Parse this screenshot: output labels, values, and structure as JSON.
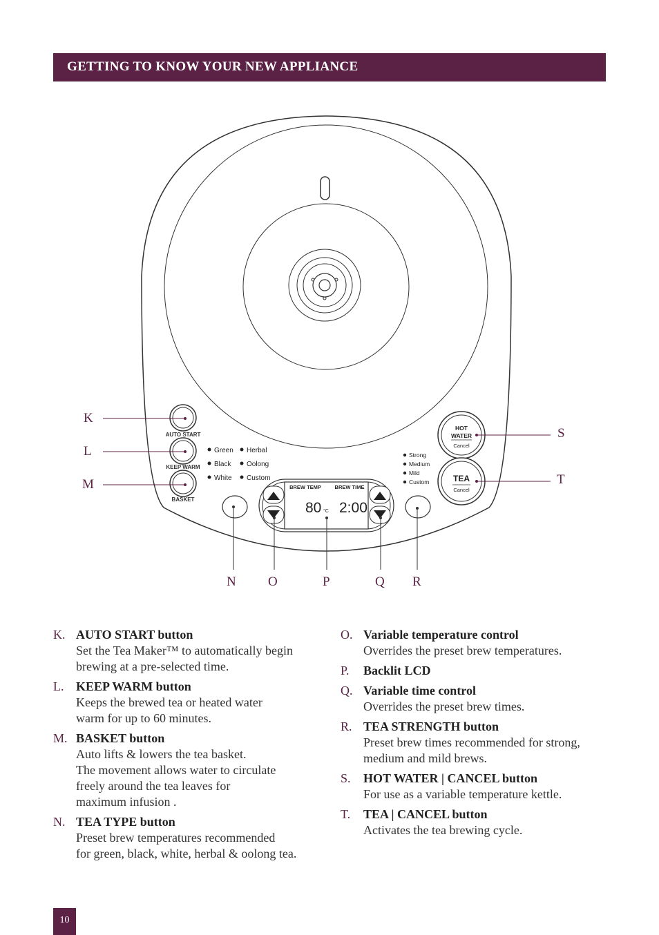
{
  "header": {
    "title": "GETTING TO KNOW YOUR NEW APPLIANCE"
  },
  "colors": {
    "accent": "#5b2245",
    "line": "#333333"
  },
  "diagram": {
    "callouts": {
      "K": "K",
      "L": "L",
      "M": "M",
      "N": "N",
      "O": "O",
      "P": "P",
      "Q": "Q",
      "R": "R",
      "S": "S",
      "T": "T"
    },
    "left_buttons": {
      "auto_start": "AUTO START",
      "keep_warm": "KEEP WARM",
      "basket": "BASKET"
    },
    "tea_types": {
      "green": "Green",
      "black": "Black",
      "white": "White",
      "herbal": "Herbal",
      "oolong": "Oolong",
      "custom": "Custom"
    },
    "strengths": {
      "strong": "Strong",
      "medium": "Medium",
      "mild": "Mild",
      "custom": "Custom"
    },
    "lcd": {
      "brew_temp_label": "BREW TEMP",
      "brew_time_label": "BREW TIME",
      "temp_value": "80",
      "temp_unit": "°C",
      "time_value": "2:00"
    },
    "right_buttons": {
      "hot": "HOT",
      "water": "WATER",
      "hot_cancel": "Cancel",
      "tea": "TEA",
      "tea_cancel": "Cancel"
    }
  },
  "items_left": [
    {
      "letter": "K.",
      "title": "AUTO START button",
      "desc": "Set the Tea Maker™ to automatically begin\nbrewing at a pre-selected time."
    },
    {
      "letter": "L.",
      "title": "KEEP WARM button",
      "desc": "Keeps the brewed tea or heated water\nwarm for up to 60 minutes."
    },
    {
      "letter": "M.",
      "title": "BASKET button",
      "desc": "Auto lifts & lowers the tea basket.\nThe movement allows water to circulate\nfreely around the tea leaves for\nmaximum infusion ."
    },
    {
      "letter": "N.",
      "title": "TEA TYPE button",
      "desc": "Preset brew temperatures recommended\nfor green, black, white, herbal & oolong tea."
    }
  ],
  "items_right": [
    {
      "letter": "O.",
      "title": "Variable temperature control",
      "desc": "Overrides the preset brew temperatures."
    },
    {
      "letter": "P.",
      "title": "Backlit LCD",
      "desc": ""
    },
    {
      "letter": "Q.",
      "title": "Variable time control",
      "desc": "Overrides the preset brew times."
    },
    {
      "letter": "R.",
      "title": "TEA STRENGTH button",
      "desc": "Preset brew times recommended for strong,\nmedium and mild brews."
    },
    {
      "letter": "S.",
      "title": "HOT WATER | CANCEL button",
      "desc": "For use as a variable temperature kettle."
    },
    {
      "letter": "T.",
      "title": "TEA | CANCEL button",
      "desc": "Activates the tea brewing cycle."
    }
  ],
  "page_number": "10"
}
